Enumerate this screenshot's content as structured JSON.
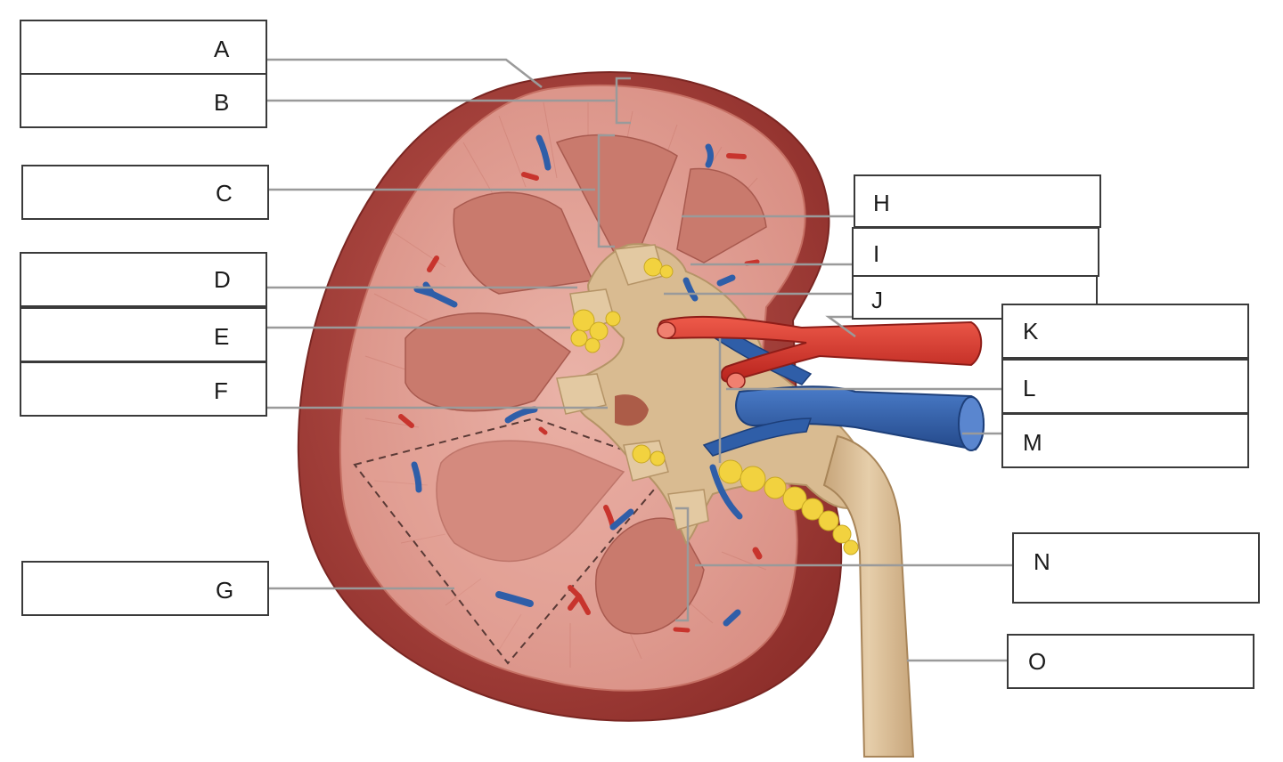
{
  "labels": {
    "A": "A",
    "B": "B",
    "C": "C",
    "D": "D",
    "E": "E",
    "F": "F",
    "G": "G",
    "H": "H",
    "I": "I",
    "J": "J",
    "K": "K",
    "L": "L",
    "M": "M",
    "N": "N",
    "O": "O"
  },
  "colors": {
    "capsule": "#b04a44",
    "cortex": "#e3a197",
    "pyramid": "#cc7d71",
    "renal_sinus": "#dcc09a",
    "fat": "#f2d23f",
    "artery": "#d9342b",
    "vein": "#2f5ea8",
    "leader_line": "#9a9a9a",
    "box_border": "#3a3a3a"
  }
}
